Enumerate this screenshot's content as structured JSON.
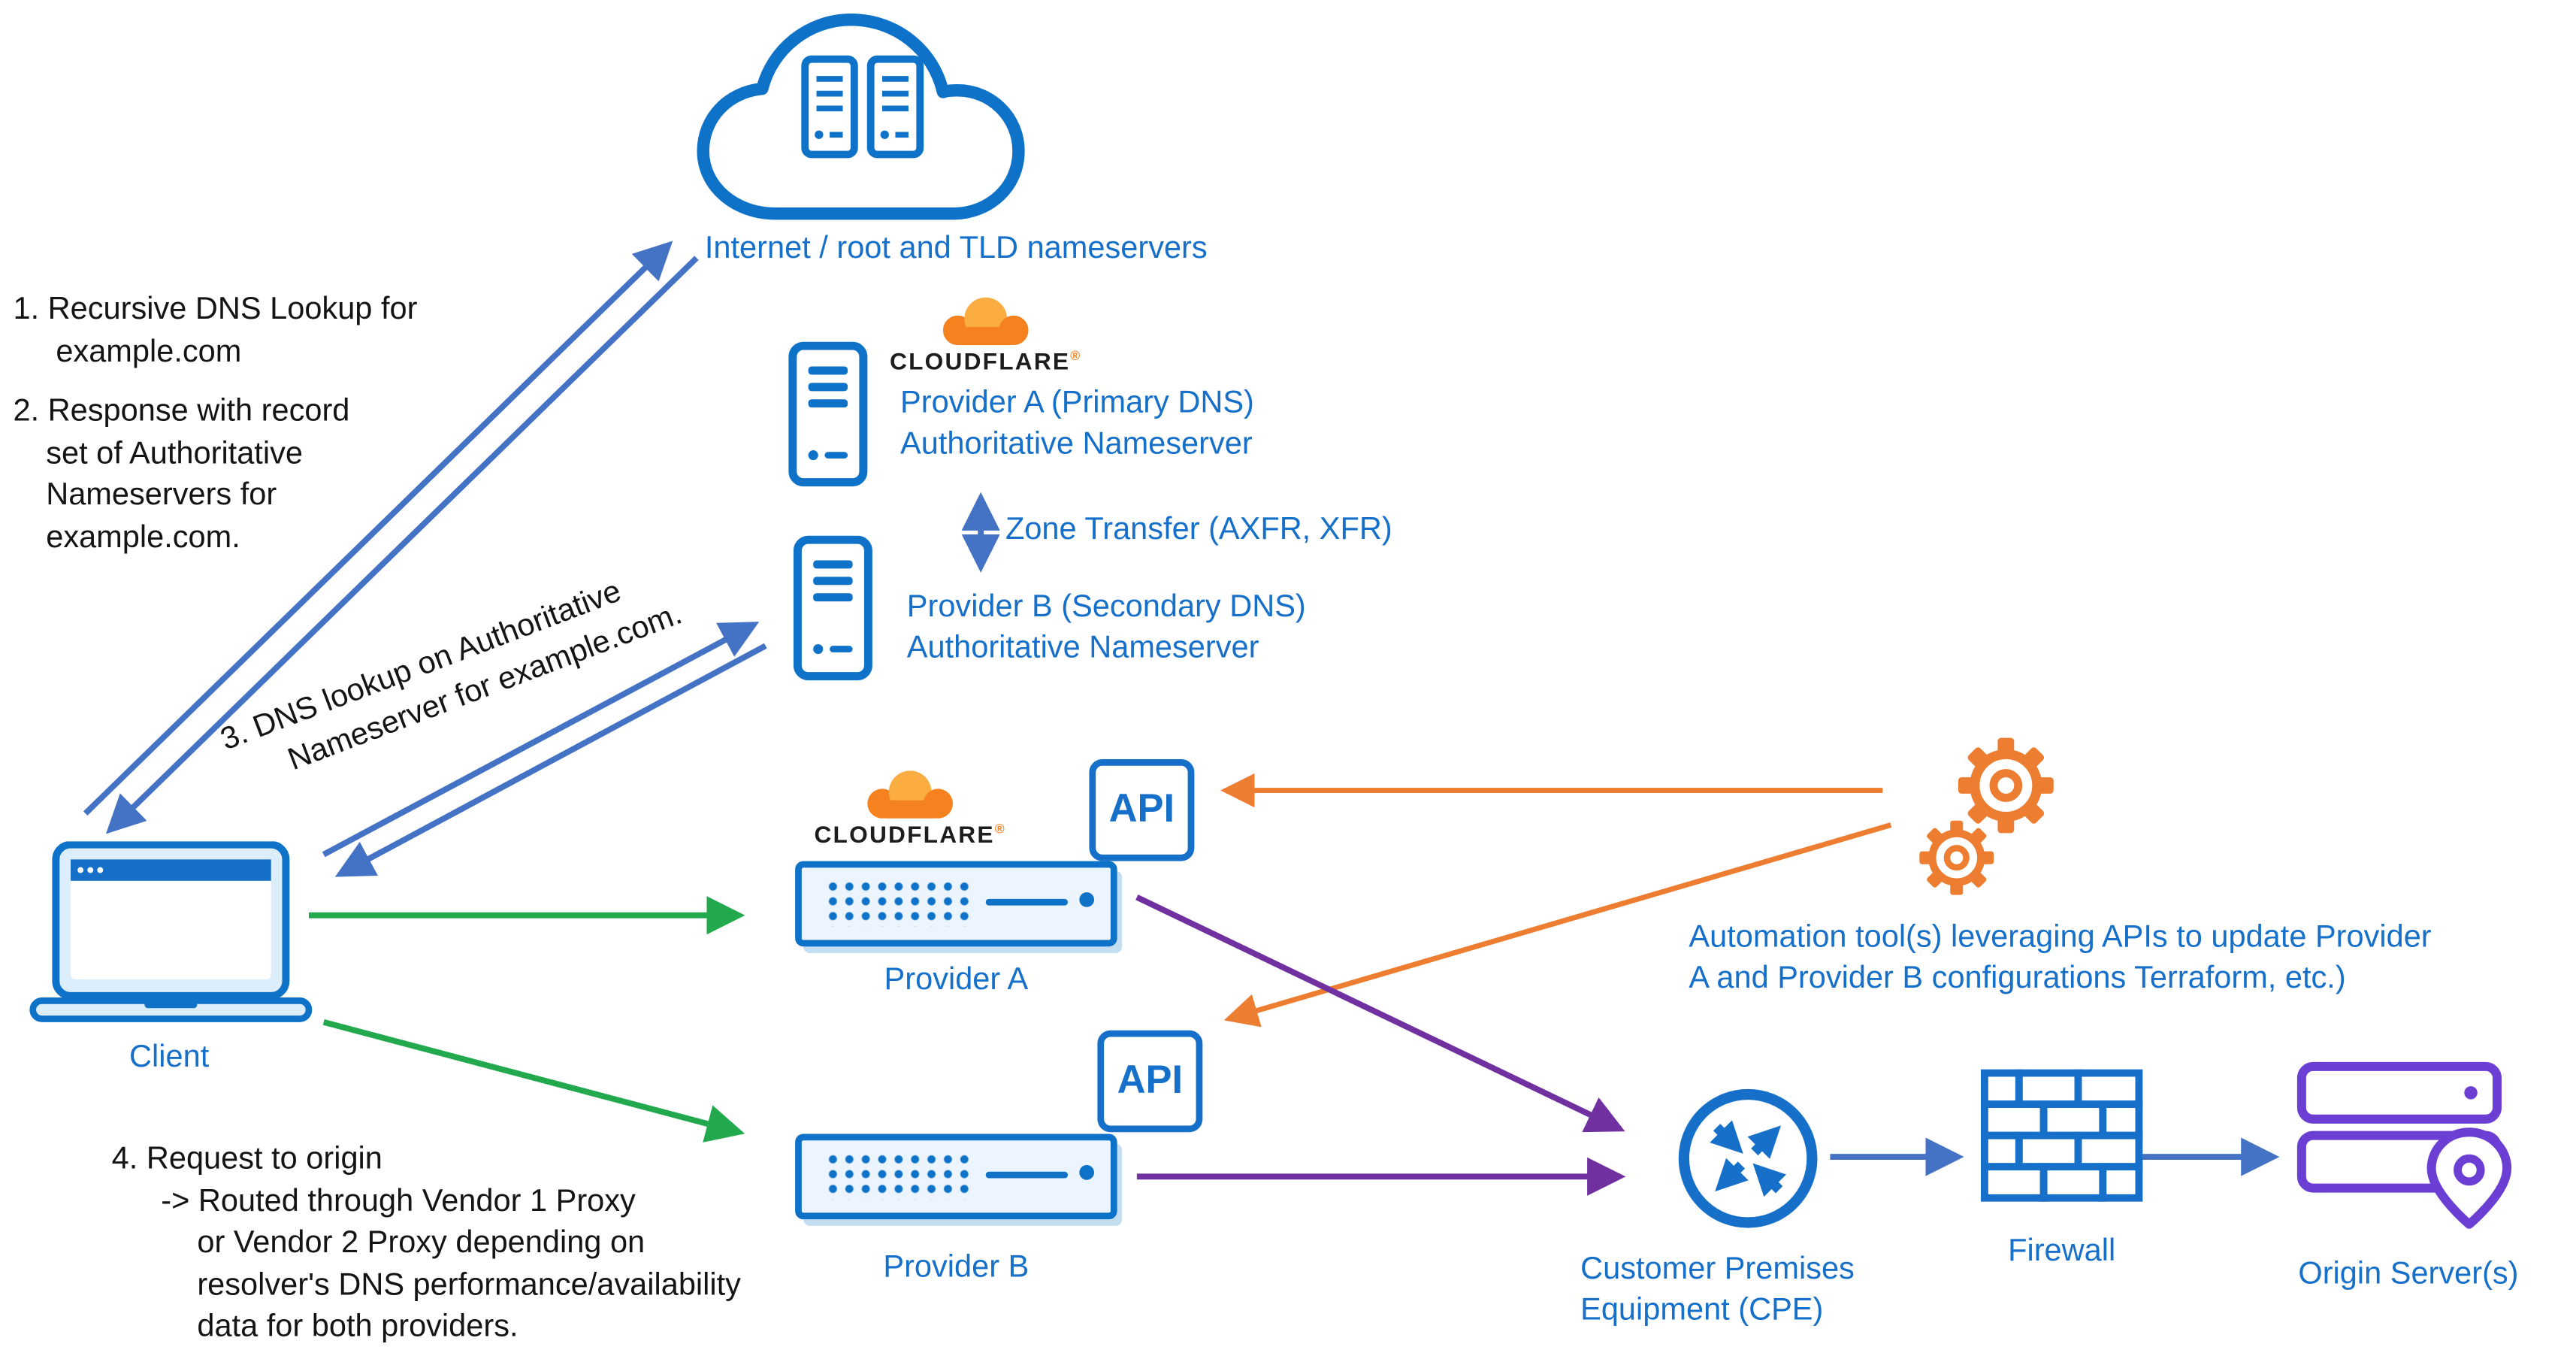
{
  "diagram": {
    "title": "Multi-provider DNS / dual-vendor proxy architecture",
    "labels": {
      "internet": "Internet / root and TLD nameservers",
      "cloudflare": "CLOUDFLARE",
      "cloudflare_mark": "®",
      "provider_a_ns_1": "Provider A  (Primary DNS)",
      "provider_a_ns_2": "Authoritative Nameserver",
      "zone_transfer": "Zone Transfer (AXFR, XFR)",
      "provider_b_ns_1": "Provider B  (Secondary DNS)",
      "provider_b_ns_2": "Authoritative Nameserver",
      "client": "Client",
      "provider_a_proxy": "Provider A",
      "provider_b_proxy": "Provider B",
      "api": "API",
      "automation_1": "Automation tool(s)  leveraging APIs to update Provider",
      "automation_2": "A and Provider B configurations Terraform, etc.)",
      "cpe_1": "Customer Premises",
      "cpe_2": "Equipment (CPE)",
      "firewall": "Firewall",
      "origin": "Origin Server(s)"
    },
    "annotations": {
      "step1": [
        "1. Recursive DNS Lookup for",
        "example.com"
      ],
      "step2": [
        "2. Response with record",
        "set of Authoritative",
        "Nameservers for",
        "example.com."
      ],
      "step3": [
        "3. DNS lookup on Authoritative",
        "Nameserver for example.com."
      ],
      "step4": [
        "4. Request to origin",
        "-> Routed through Vendor 1 Proxy",
        "or Vendor 2 Proxy depending on",
        "resolver's DNS performance/availability",
        "data for both providers."
      ]
    },
    "icons": {
      "internet_cloud": "cloud-with-server-racks",
      "nameserver": "server-tower",
      "client": "laptop",
      "proxy": "rack-appliance-with-dots",
      "api": "api-box",
      "automation": "gears",
      "cpe": "circle-router-arrows",
      "firewall": "brick-wall",
      "origin": "stacked-servers-with-location-pin",
      "cloudflare": "orange-cloud-logo"
    },
    "colors": {
      "icon_blue": "#0e72c8",
      "text_blue": "#1670c9",
      "arrow_blue": "#4472c4",
      "arrow_green": "#22a94e",
      "arrow_orange": "#ed7d31",
      "arrow_purple": "#7030a0",
      "cloudflare_orange": "#f6821f",
      "origin_purple": "#6b3fd4",
      "note_black": "#141414"
    }
  }
}
